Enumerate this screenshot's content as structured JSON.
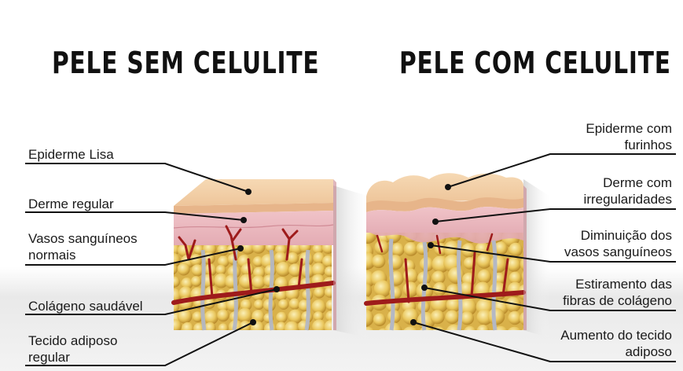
{
  "titles": {
    "left": "PELE SEM CELULITE",
    "right": "PELE COM CELULITE"
  },
  "left_labels": {
    "epiderme": "Epiderme Lisa",
    "derme": "Derme regular",
    "vasos_1": "Vasos sanguíneos",
    "vasos_2": "normais",
    "colageno": "Colágeno saudável",
    "tecido_1": "Tecido adiposo",
    "tecido_2": "regular"
  },
  "right_labels": {
    "epiderme_1": "Epiderme com",
    "epiderme_2": "furinhos",
    "derme_1": "Derme com",
    "derme_2": "irregularidades",
    "vasos_1": "Diminuição dos",
    "vasos_2": "vasos sanguíneos",
    "colageno_1": "Estiramento das",
    "colageno_2": "fibras de colágeno",
    "tecido_1": "Aumento do tecido",
    "tecido_2": "adiposo"
  },
  "colors": {
    "epidermis": "#f3cfa6",
    "dermis": "#eab8bf",
    "fat": "#e9c65c",
    "vessel": "#9e1b1b",
    "collagen": "#b4b8c4",
    "leader_line": "#111111"
  }
}
